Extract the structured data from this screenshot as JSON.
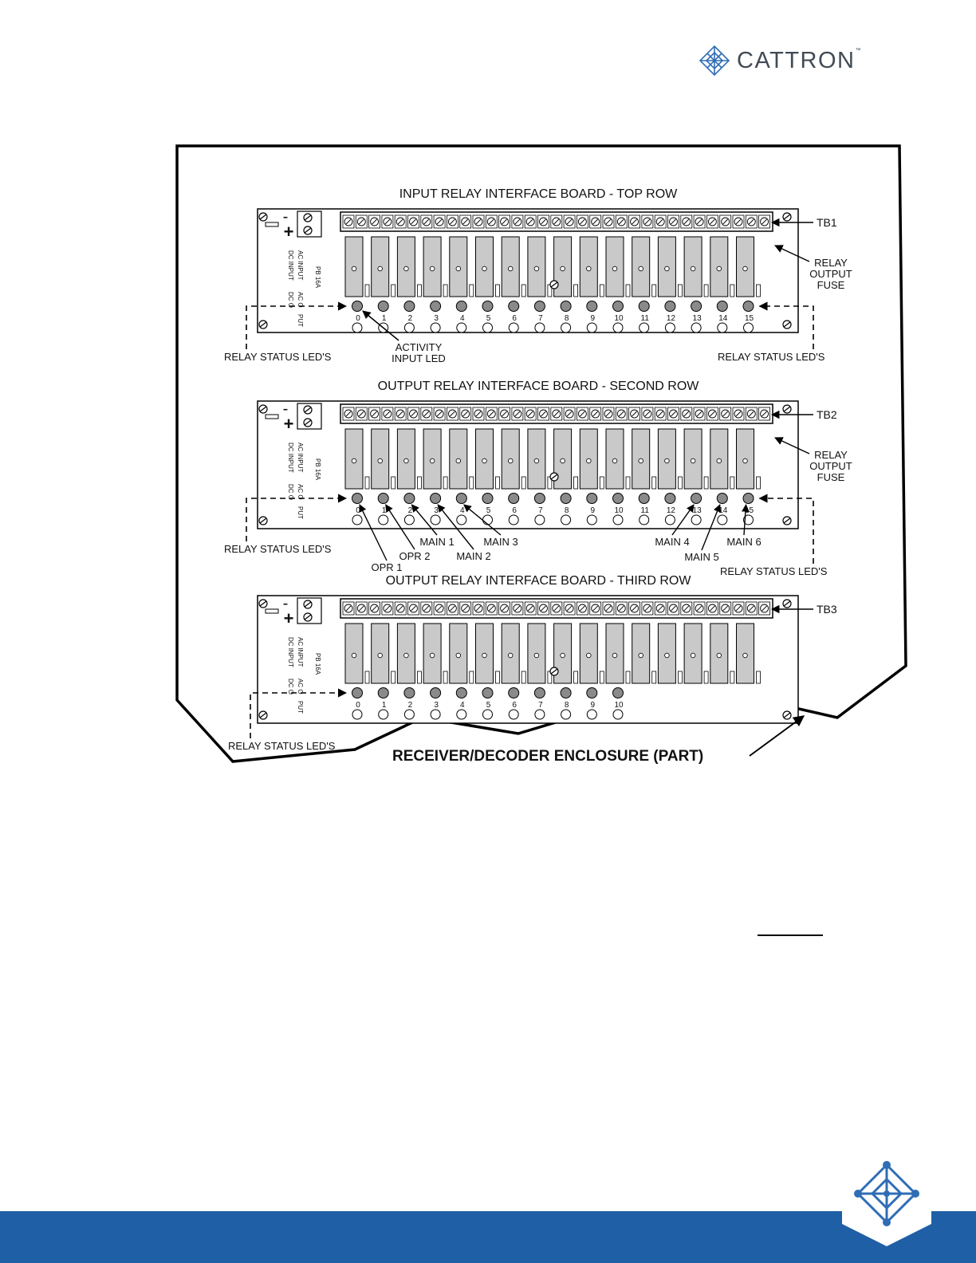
{
  "brand": {
    "name": "CATTRON",
    "tm": "™",
    "accent": "#1f5fa6",
    "logo_icon": "cattron-network-icon"
  },
  "boards": [
    {
      "title": "INPUT RELAY INTERFACE BOARD - TOP ROW",
      "tb_label": "TB1",
      "model": "PB 16A",
      "ac_input": "AC INPUT",
      "dc_input": "DC INPUT",
      "ac_output": "AC O",
      "dc_output": "DC O",
      "put": "PUT",
      "minus": "-",
      "plus": "+",
      "fuse_label": [
        "RELAY",
        "OUTPUT",
        "FUSE"
      ],
      "status_left": "RELAY STATUS LED'S",
      "status_right": "RELAY STATUS LED'S",
      "activity": [
        "ACTIVITY",
        "INPUT LED"
      ],
      "channels": [
        "0",
        "1",
        "2",
        "3",
        "4",
        "5",
        "6",
        "7",
        "8",
        "9",
        "10",
        "11",
        "12",
        "13",
        "14",
        "15"
      ]
    },
    {
      "title": "OUTPUT RELAY INTERFACE BOARD - SECOND ROW",
      "tb_label": "TB2",
      "model": "PB 16A",
      "ac_input": "AC INPUT",
      "dc_input": "DC INPUT",
      "ac_output": "AC O",
      "dc_output": "DC O",
      "put": "PUT",
      "minus": "-",
      "plus": "+",
      "fuse_label": [
        "RELAY",
        "OUTPUT",
        "FUSE"
      ],
      "status_left": "RELAY STATUS LED'S",
      "status_right": "RELAY STATUS LED'S",
      "channels": [
        "0",
        "1",
        "2",
        "3",
        "4",
        "5",
        "6",
        "7",
        "8",
        "9",
        "10",
        "11",
        "12",
        "13",
        "14",
        "15"
      ],
      "callouts": [
        "OPR 1",
        "OPR 2",
        "MAIN 1",
        "MAIN 2",
        "MAIN 3",
        "MAIN 4",
        "MAIN 5",
        "MAIN 6"
      ]
    },
    {
      "title": "OUTPUT RELAY INTERFACE BOARD - THIRD ROW",
      "tb_label": "TB3",
      "model": "PB 16A",
      "ac_input": "AC INPUT",
      "dc_input": "DC INPUT",
      "ac_output": "AC O",
      "dc_output": "DC O",
      "put": "PUT",
      "minus": "-",
      "plus": "+",
      "status_left": "RELAY STATUS LED'S",
      "channels": [
        "0",
        "1",
        "2",
        "3",
        "4",
        "5",
        "6",
        "7",
        "8",
        "9",
        "10"
      ]
    }
  ],
  "enclosure_label": "RECEIVER/DECODER ENCLOSURE (PART)"
}
